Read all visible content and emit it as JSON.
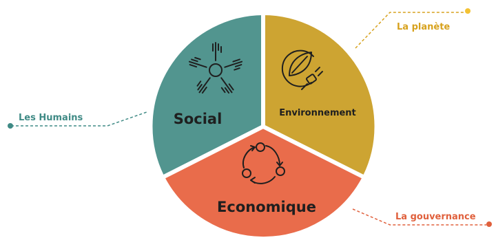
{
  "segments": {
    "social": {
      "label": "Social",
      "color": "#52958f"
    },
    "environment": {
      "label": "Environnement",
      "color": "#cda432"
    },
    "economic": {
      "label": "Economique",
      "color": "#e96c4b"
    }
  },
  "callouts": {
    "humans": {
      "label": "Les Humains",
      "color": "#3f8a85"
    },
    "planet": {
      "label": "La planète",
      "color": "#d7a21e"
    },
    "governance": {
      "label": "La gouvernance",
      "color": "#e0603c"
    }
  },
  "icons": {
    "social": "hands-circle-icon",
    "environment": "leaf-plug-icon",
    "economic": "cycle-arrows-icon"
  }
}
